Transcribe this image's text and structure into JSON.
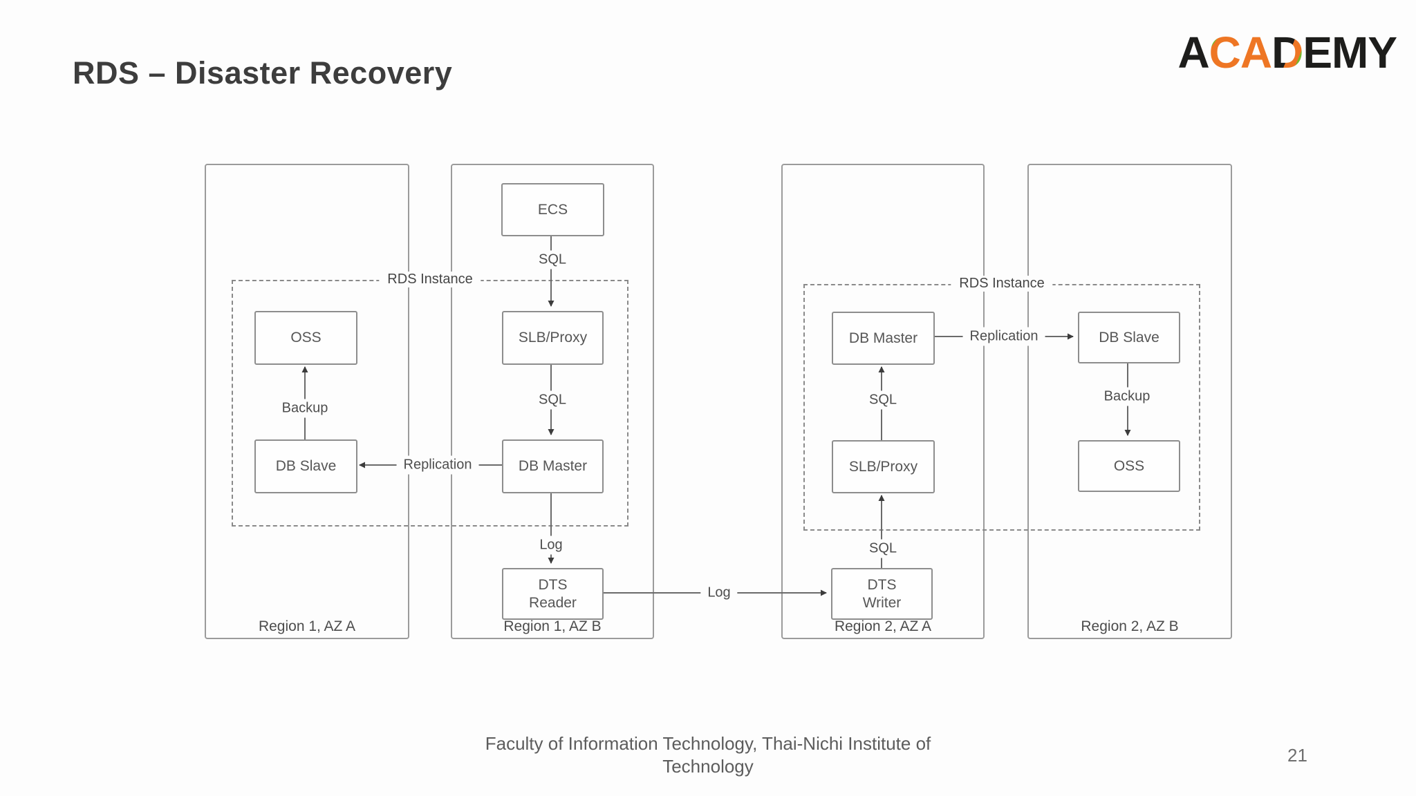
{
  "slide": {
    "title": "RDS – Disaster Recovery",
    "footer": "Faculty of Information Technology, Thai-Nichi Institute of\nTechnology",
    "page_number": "21"
  },
  "logo": {
    "text": "ACADEMY",
    "letters": [
      "A",
      "C",
      "A",
      "D",
      "E",
      "M",
      "Y"
    ],
    "colors": {
      "black": "#1d1d1b",
      "orange": "#ee7624",
      "green": "#76b82a"
    }
  },
  "diagram": {
    "groups": [
      {
        "label": "RDS Instance"
      },
      {
        "label": "RDS Instance"
      }
    ],
    "regions": [
      {
        "label": "Region 1, AZ A"
      },
      {
        "label": "Region 1, AZ B"
      },
      {
        "label": "Region 2, AZ A"
      },
      {
        "label": "Region 2, AZ B"
      }
    ],
    "nodes": {
      "ecs": "ECS",
      "slb_proxy_r1": "SLB/Proxy",
      "oss_r1": "OSS",
      "db_slave_r1": "DB Slave",
      "db_master_r1": "DB Master",
      "dts_reader": "DTS\nReader",
      "db_master_r2": "DB Master",
      "db_slave_r2": "DB Slave",
      "slb_proxy_r2": "SLB/Proxy",
      "oss_r2": "OSS",
      "dts_writer": "DTS\nWriter"
    },
    "edges": [
      {
        "from": "ECS",
        "to": "SLB/Proxy (Region 1)",
        "label": "SQL"
      },
      {
        "from": "SLB/Proxy (Region 1)",
        "to": "DB Master (Region 1)",
        "label": "SQL"
      },
      {
        "from": "DB Master (Region 1)",
        "to": "DB Slave (Region 1)",
        "label": "Replication"
      },
      {
        "from": "DB Slave (Region 1)",
        "to": "OSS (Region 1)",
        "label": "Backup"
      },
      {
        "from": "DB Master (Region 1)",
        "to": "DTS Reader",
        "label": "Log"
      },
      {
        "from": "DTS Reader",
        "to": "DTS Writer",
        "label": "Log"
      },
      {
        "from": "DTS Writer",
        "to": "SLB/Proxy (Region 2)",
        "label": "SQL"
      },
      {
        "from": "SLB/Proxy (Region 2)",
        "to": "DB Master (Region 2)",
        "label": "SQL"
      },
      {
        "from": "DB Master (Region 2)",
        "to": "DB Slave (Region 2)",
        "label": "Replication"
      },
      {
        "from": "DB Slave (Region 2)",
        "to": "OSS (Region 2)",
        "label": "Backup"
      }
    ]
  }
}
